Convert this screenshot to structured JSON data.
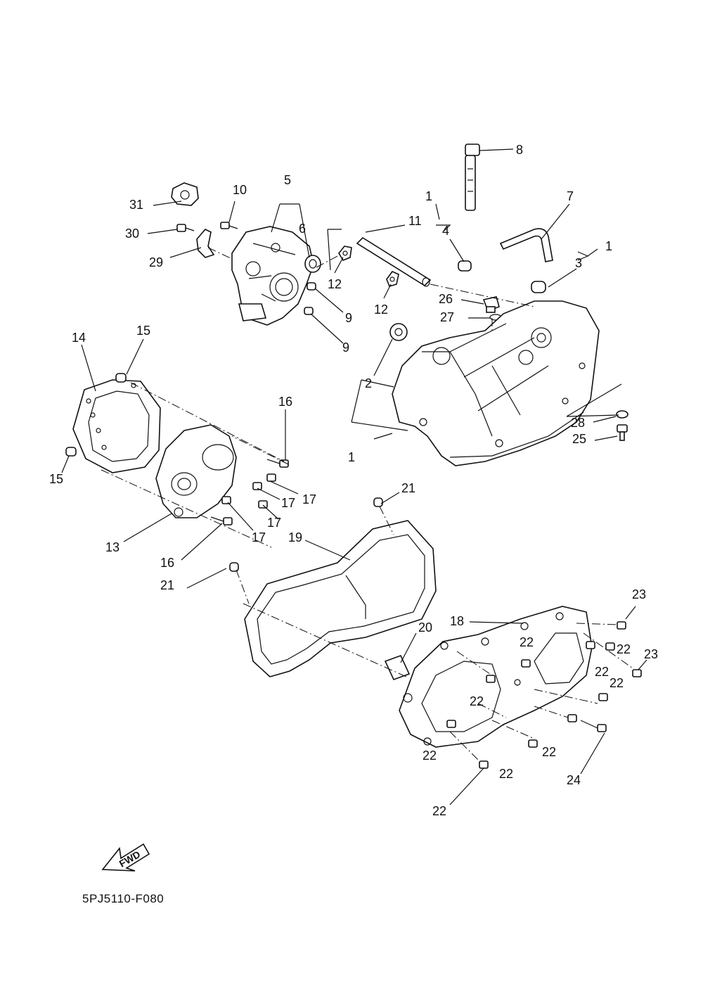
{
  "diagram_code": "5PJ5110-F080",
  "fwd_label": "FWD",
  "callouts": [
    "1",
    "1",
    "1",
    "2",
    "3",
    "4",
    "5",
    "6",
    "7",
    "8",
    "9",
    "9",
    "10",
    "11",
    "12",
    "12",
    "13",
    "14",
    "15",
    "15",
    "16",
    "16",
    "17",
    "17",
    "17",
    "17",
    "18",
    "19",
    "20",
    "21",
    "21",
    "22",
    "22",
    "22",
    "22",
    "22",
    "22",
    "22",
    "22",
    "22",
    "23",
    "23",
    "24",
    "25",
    "26",
    "27",
    "28",
    "29",
    "30",
    "31"
  ]
}
